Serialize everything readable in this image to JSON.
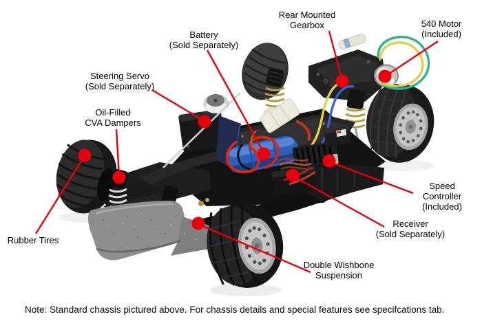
{
  "colors": {
    "annotation_red": "#e8000d",
    "background": "#ffffff",
    "label_text": "#000000",
    "battery_blue": "#2e5fbe",
    "wire_yellow": "#e3cf4b",
    "wire_green": "#2db58a",
    "wire_blue": "#3a63cf",
    "foam_gray": "#8e8e8e"
  },
  "callouts": [
    {
      "id": "rear-mounted-gearbox",
      "label": "Rear Mounted\nGearbox"
    },
    {
      "id": "540-motor",
      "label": "540 Motor\n(Included)"
    },
    {
      "id": "battery",
      "label": "Battery\n(Sold Separately)"
    },
    {
      "id": "steering-servo",
      "label": "Steering Servo\n(Sold Separately)"
    },
    {
      "id": "oil-filled-cva-dampers",
      "label": "Oil-Filled\nCVA Dampers"
    },
    {
      "id": "rubber-tires",
      "label": "Rubber Tires"
    },
    {
      "id": "speed-controller",
      "label": "Speed Controller\n(Included)"
    },
    {
      "id": "receiver",
      "label": "Receiver\n(Sold Separately)"
    },
    {
      "id": "double-wishbone-suspension",
      "label": "Double Wishbone\nSuspension"
    }
  ],
  "note": "Note: Standard chassis pictured above. For chassis details and special features see specifcations tab."
}
